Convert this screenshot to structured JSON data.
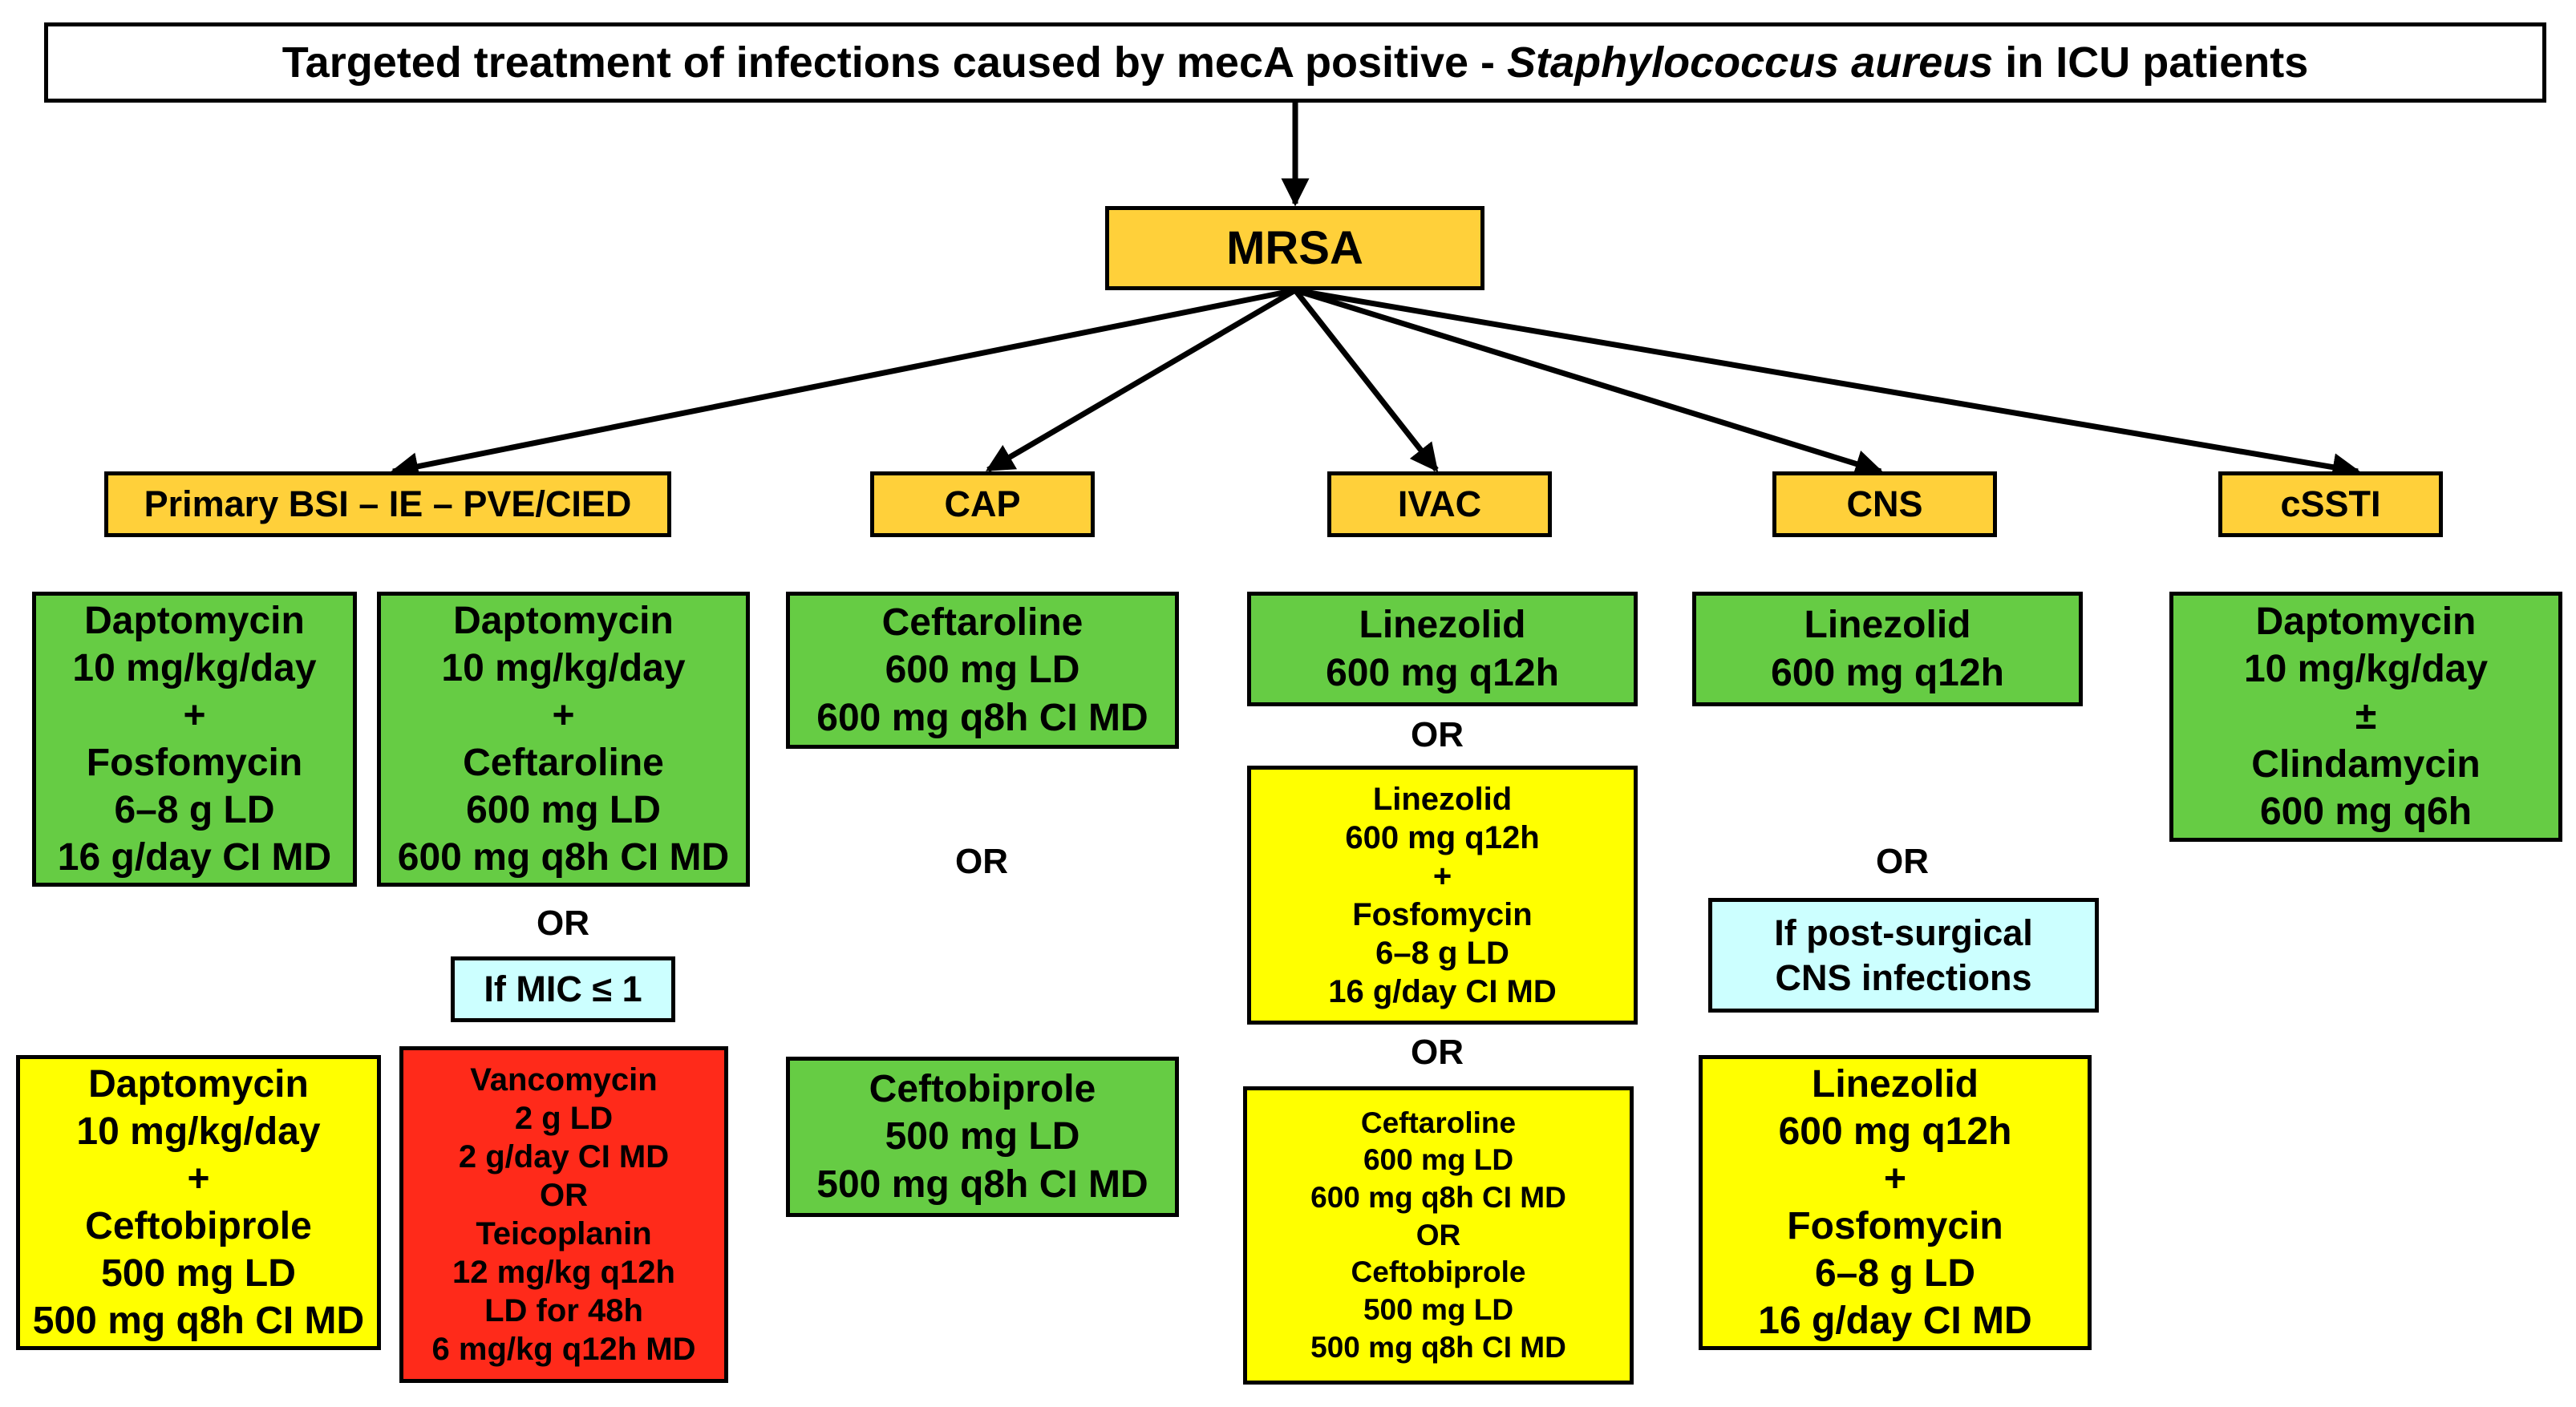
{
  "title": {
    "prefix": "Targeted treatment of infections caused by mecA positive - ",
    "organism": "Staphylococcus aureus",
    "suffix": " in ICU patients"
  },
  "root": "MRSA",
  "categories": {
    "bsi": "Primary BSI – IE – PVE/CIED",
    "cap": "CAP",
    "ivac": "IVAC",
    "cns": "CNS",
    "cssti": "cSSTI"
  },
  "or_label": "OR",
  "regimens": {
    "bsi_dapto_fosfo": [
      "Daptomycin",
      "10 mg/kg/day",
      "+",
      "Fosfomycin",
      "6–8 g LD",
      "16 g/day CI MD"
    ],
    "bsi_dapto_ceftaroline": [
      "Daptomycin",
      "10 mg/kg/day",
      "+",
      "Ceftaroline",
      "600 mg LD",
      "600 mg q8h CI MD"
    ],
    "bsi_mic_condition": "If MIC ≤ 1",
    "bsi_dapto_ceftobiprole": [
      "Daptomycin",
      "10 mg/kg/day",
      "+",
      "Ceftobiprole",
      "500 mg LD",
      "500 mg q8h CI MD"
    ],
    "bsi_vanco_teico": [
      "Vancomycin",
      "2 g LD",
      "2 g/day CI MD",
      "OR",
      "Teicoplanin",
      "12 mg/kg q12h",
      "LD for 48h",
      "6 mg/kg q12h MD"
    ],
    "cap_ceftaroline": [
      "Ceftaroline",
      "600 mg LD",
      "600 mg q8h CI MD"
    ],
    "cap_ceftobiprole": [
      "Ceftobiprole",
      "500 mg LD",
      "500 mg q8h CI MD"
    ],
    "ivac_linezolid": [
      "Linezolid",
      "600 mg q12h"
    ],
    "ivac_linezolid_fosfo": [
      "Linezolid",
      "600 mg q12h",
      "+",
      "Fosfomycin",
      "6–8 g LD",
      "16 g/day CI MD"
    ],
    "ivac_ceftaroline_ceftobiprole": [
      "Ceftaroline",
      "600 mg LD",
      "600 mg q8h CI MD",
      "OR",
      "Ceftobiprole",
      "500 mg LD",
      "500 mg q8h CI MD"
    ],
    "cns_linezolid": [
      "Linezolid",
      "600 mg q12h"
    ],
    "cns_condition": [
      "If post-surgical",
      "CNS infections"
    ],
    "cns_linezolid_fosfo": [
      "Linezolid",
      "600 mg q12h",
      "+",
      "Fosfomycin",
      "6–8 g LD",
      "16 g/day CI MD"
    ],
    "cssti_dapto_clinda": [
      "Daptomycin",
      "10 mg/kg/day",
      "±",
      "Clindamycin",
      "600 mg q6h"
    ]
  },
  "colors": {
    "category": "#ffd03a",
    "first_line": "#66cc44",
    "alternative": "#ffff00",
    "condition": "#ccffff",
    "mic_dependent": "#ff2a1a"
  }
}
